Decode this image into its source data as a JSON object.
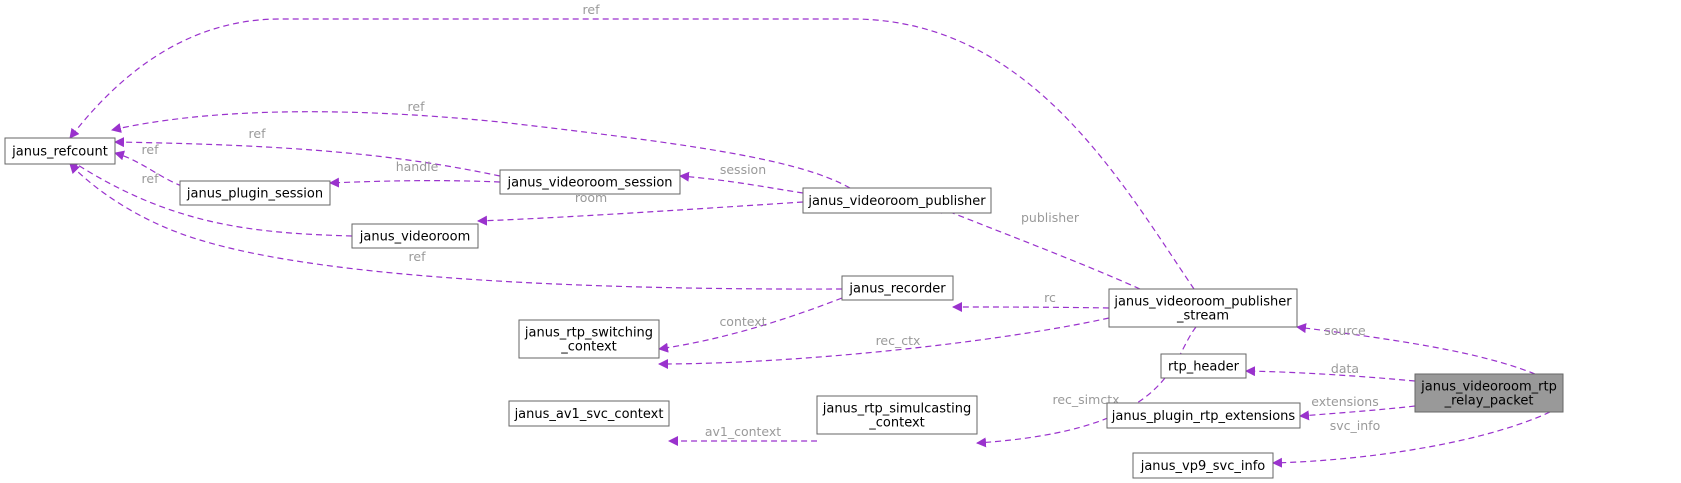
{
  "diagram": {
    "nodes": [
      {
        "id": "janus_refcount",
        "lines": [
          "janus_refcount"
        ]
      },
      {
        "id": "janus_plugin_session",
        "lines": [
          "janus_plugin_session"
        ]
      },
      {
        "id": "janus_videoroom_session",
        "lines": [
          "janus_videoroom_session"
        ]
      },
      {
        "id": "janus_videoroom_publisher",
        "lines": [
          "janus_videoroom_publisher"
        ]
      },
      {
        "id": "janus_videoroom",
        "lines": [
          "janus_videoroom"
        ]
      },
      {
        "id": "janus_recorder",
        "lines": [
          "janus_recorder"
        ]
      },
      {
        "id": "janus_rtp_switching_context",
        "lines": [
          "janus_rtp_switching",
          "_context"
        ]
      },
      {
        "id": "janus_av1_svc_context",
        "lines": [
          "janus_av1_svc_context"
        ]
      },
      {
        "id": "janus_rtp_simulcasting_context",
        "lines": [
          "janus_rtp_simulcasting",
          "_context"
        ]
      },
      {
        "id": "janus_videoroom_publisher_stream",
        "lines": [
          "janus_videoroom_publisher",
          "_stream"
        ]
      },
      {
        "id": "rtp_header",
        "lines": [
          "rtp_header"
        ]
      },
      {
        "id": "janus_plugin_rtp_extensions",
        "lines": [
          "janus_plugin_rtp_extensions"
        ]
      },
      {
        "id": "janus_vp9_svc_info",
        "lines": [
          "janus_vp9_svc_info"
        ]
      },
      {
        "id": "janus_videoroom_rtp_relay_packet",
        "lines": [
          "janus_videoroom_rtp",
          "_relay_packet"
        ],
        "focus": true
      }
    ],
    "edges": [
      {
        "from": "janus_videoroom_publisher_stream",
        "to": "janus_refcount",
        "label": "ref"
      },
      {
        "from": "janus_videoroom_publisher",
        "to": "janus_refcount",
        "label": "ref"
      },
      {
        "from": "janus_videoroom_session",
        "to": "janus_refcount",
        "label": "ref"
      },
      {
        "from": "janus_plugin_session",
        "to": "janus_refcount",
        "label": "ref"
      },
      {
        "from": "janus_videoroom",
        "to": "janus_refcount",
        "label": "ref"
      },
      {
        "from": "janus_recorder",
        "to": "janus_refcount",
        "label": "ref"
      },
      {
        "from": "janus_videoroom_session",
        "to": "janus_plugin_session",
        "label": "handle"
      },
      {
        "from": "janus_videoroom_publisher",
        "to": "janus_videoroom_session",
        "label": "session"
      },
      {
        "from": "janus_videoroom_publisher",
        "to": "janus_videoroom",
        "label": "room"
      },
      {
        "from": "janus_videoroom_publisher_stream",
        "to": "janus_videoroom_publisher",
        "label": "publisher"
      },
      {
        "from": "janus_videoroom_publisher_stream",
        "to": "janus_recorder",
        "label": "rc"
      },
      {
        "from": "janus_recorder",
        "to": "janus_rtp_switching_context",
        "label": "context"
      },
      {
        "from": "janus_videoroom_publisher_stream",
        "to": "janus_rtp_switching_context",
        "label": "rec_ctx"
      },
      {
        "from": "janus_videoroom_publisher_stream",
        "to": "janus_rtp_simulcasting_context",
        "label": "rec_simctx"
      },
      {
        "from": "janus_rtp_simulcasting_context",
        "to": "janus_av1_svc_context",
        "label": "av1_context"
      },
      {
        "from": "janus_videoroom_rtp_relay_packet",
        "to": "janus_videoroom_publisher_stream",
        "label": "source"
      },
      {
        "from": "janus_videoroom_rtp_relay_packet",
        "to": "rtp_header",
        "label": "data"
      },
      {
        "from": "janus_videoroom_rtp_relay_packet",
        "to": "janus_plugin_rtp_extensions",
        "label": "extensions"
      },
      {
        "from": "janus_videoroom_rtp_relay_packet",
        "to": "janus_vp9_svc_info",
        "label": "svc_info"
      }
    ],
    "colors": {
      "edge": "#9a32cd",
      "label": "#9a9a9a",
      "box_border": "#666666",
      "focus_fill": "#999999"
    }
  }
}
